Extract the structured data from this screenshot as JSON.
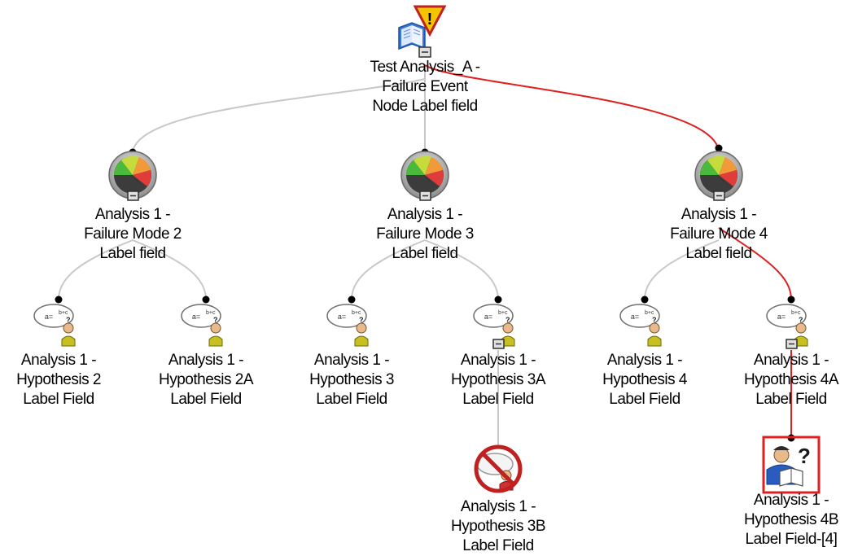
{
  "root": {
    "line1": "Test Analysis_A  -",
    "line2": "Failure Event",
    "line3": "Node Label field"
  },
  "modes": [
    {
      "line1": "Analysis 1 -",
      "line2": "Failure Mode 2",
      "line3": "Label field"
    },
    {
      "line1": "Analysis 1 -",
      "line2": "Failure Mode 3",
      "line3": "Label field"
    },
    {
      "line1": "Analysis 1 -",
      "line2": "Failure Mode 4",
      "line3": "Label field"
    }
  ],
  "hypotheses": [
    {
      "line1": "Analysis 1 -",
      "line2": "Hypothesis 2",
      "line3": "Label Field"
    },
    {
      "line1": "Analysis 1 -",
      "line2": "Hypothesis 2A",
      "line3": "Label Field"
    },
    {
      "line1": "Analysis 1 -",
      "line2": "Hypothesis 3",
      "line3": "Label Field"
    },
    {
      "line1": "Analysis 1 -",
      "line2": "Hypothesis 3A",
      "line3": "Label Field"
    },
    {
      "line1": "Analysis 1 -",
      "line2": "Hypothesis 4",
      "line3": "Label Field"
    },
    {
      "line1": "Analysis 1 -",
      "line2": "Hypothesis 4A",
      "line3": "Label Field"
    }
  ],
  "leaves": [
    {
      "line1": "Analysis 1 -",
      "line2": "Hypothesis 3B",
      "line3": "Label Field"
    },
    {
      "line1": "Analysis 1 -",
      "line2": "Hypothesis 4B",
      "line3": "Label Field-[4]"
    }
  ],
  "colors": {
    "connector": "#c8c8c8",
    "highlight_path": "#e02020",
    "selection_box": "#e02020",
    "warning": "#f5c400"
  },
  "icons": {
    "root": "book-warning-icon",
    "mode": "gauge-icon",
    "hypothesis": "hypothesis-person-icon",
    "disproved": "disproved-hypothesis-icon",
    "verified": "verified-hypothesis-icon"
  }
}
